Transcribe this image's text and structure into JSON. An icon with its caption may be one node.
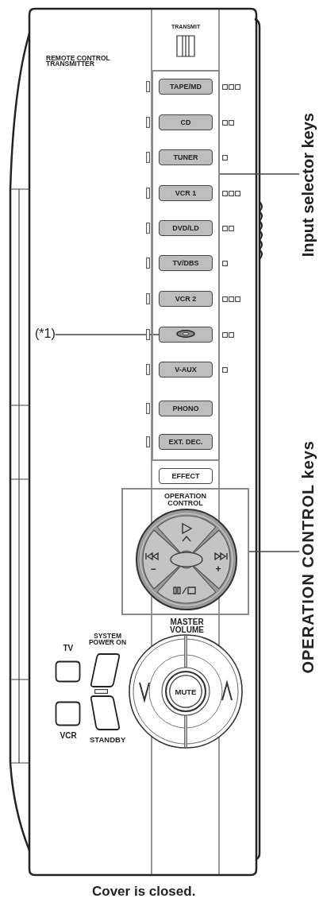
{
  "diagram": {
    "caption": "Cover is closed.",
    "nodes": [
      {
        "text": [],
        "shape": "box"
      },
      {
        "text": [
          "TAPE/MD"
        ],
        "in": 0
      },
      {
        "text": [
          "CD"
        ],
        "in": 0
      },
      {
        "text": [
          "TUNER"
        ],
        "in": 0
      },
      {
        "text": [
          "VCR 1"
        ],
        "in": 0
      },
      {
        "text": [
          "DVD/LD"
        ],
        "in": 0
      },
      {
        "text": [
          "TV/DBS"
        ],
        "in": 0
      },
      {
        "text": [
          "VCR 2"
        ],
        "in": 0
      },
      {
        "text": [],
        "shape": "box",
        "in": 0
      },
      {
        "text": [
          "V-AUX"
        ],
        "in": 0
      },
      {
        "text": [
          "PHONO"
        ],
        "in": 0
      },
      {
        "text": [
          "EXT. DEC."
        ],
        "in": 0
      },
      {
        "text": [
          "Input selector keys"
        ]
      },
      {
        "text": [
          "(*1)"
        ]
      },
      {
        "text": [
          "EFFECT"
        ]
      },
      {
        "text": [
          "OPERATION CONTROL"
        ]
      },
      {
        "text": [
          "OPERATION CONTROL keys"
        ]
      },
      {
        "text": [
          "TV"
        ]
      },
      {
        "text": [
          "SYSTEM POWER ON"
        ]
      },
      {
        "text": [
          "MASTER VOLUME"
        ]
      },
      {
        "text": [
          "MUTE"
        ],
        "in": 19
      },
      {
        "text": [
          "VCR"
        ]
      },
      {
        "text": [
          "STANDBY"
        ]
      }
    ],
    "edges": [
      {
        "from": 12,
        "to": 0,
        "arrow": "none"
      },
      {
        "from": 13,
        "to": 8,
        "arrow": "none"
      },
      {
        "from": 16,
        "to": 15,
        "arrow": "none"
      }
    ],
    "labels": [
      "REMOTE CONTROL TRANSMITTER",
      "TRANSMIT",
      "−",
      "+"
    ]
  }
}
